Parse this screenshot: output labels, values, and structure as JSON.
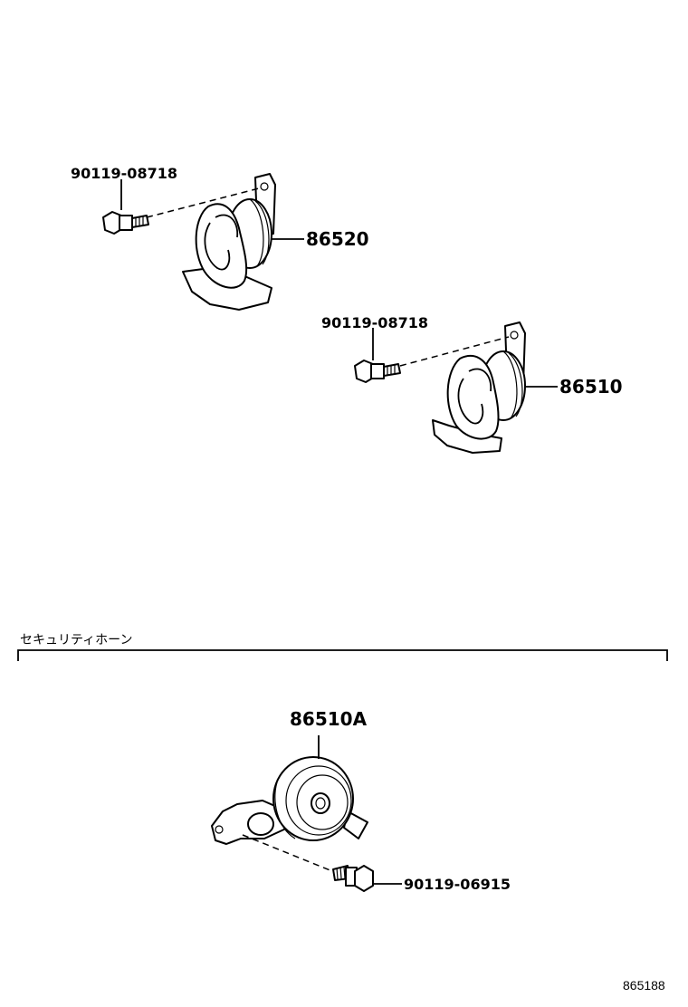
{
  "parts": {
    "bolt_upper_1": "90119-08718",
    "horn_low": "86520",
    "bolt_upper_2": "90119-08718",
    "horn_high": "86510",
    "security_horn": "86510A",
    "bolt_security": "90119-06915"
  },
  "section": {
    "title": "セキュリティホーン"
  },
  "footer": {
    "diagram_code": "865188"
  }
}
